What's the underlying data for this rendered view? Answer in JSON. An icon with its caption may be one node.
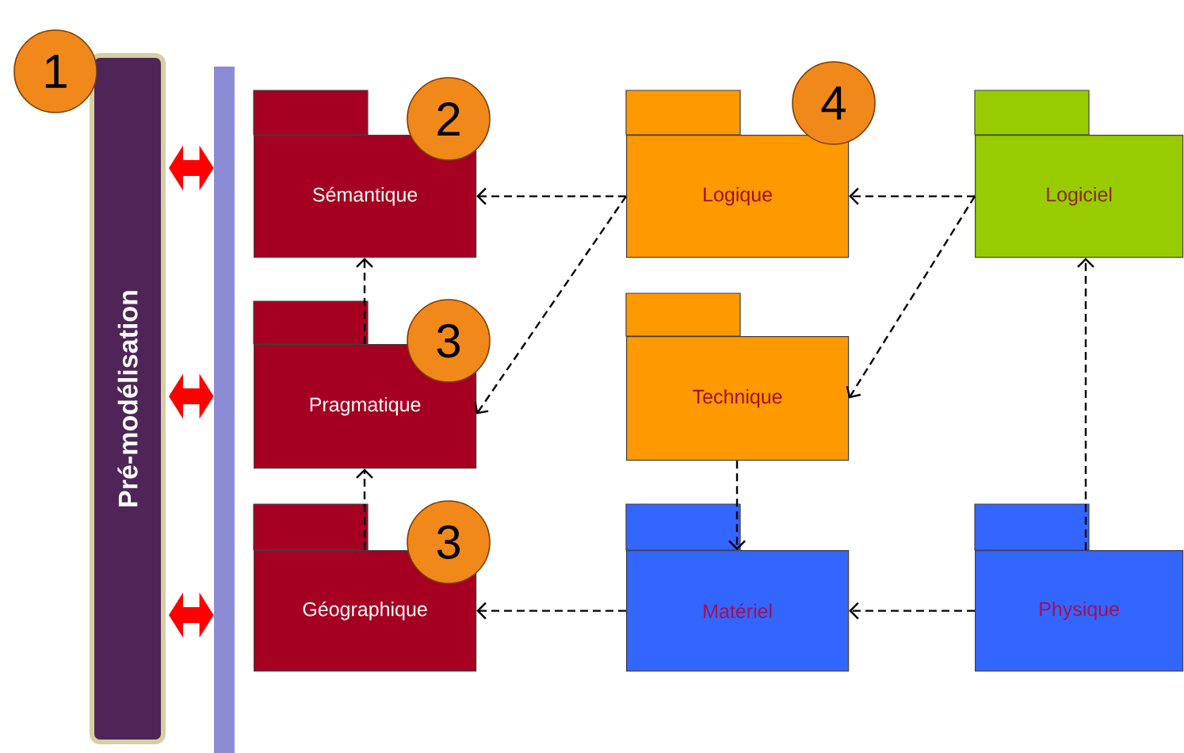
{
  "diagram": {
    "nodes": [
      {
        "text": [
          "Pré-modélisation"
        ]
      },
      {
        "text": [],
        "shape": "bar"
      },
      {
        "text": [
          "Sémantique"
        ]
      },
      {
        "text": [
          "Pragmatique"
        ]
      },
      {
        "text": [
          "Géographique"
        ]
      },
      {
        "text": [
          "Logique"
        ]
      },
      {
        "text": [
          "Logiciel"
        ]
      },
      {
        "text": [
          "Technique"
        ]
      },
      {
        "text": [
          "Matériel"
        ]
      },
      {
        "text": [
          "Physique"
        ]
      }
    ],
    "edges": [
      {
        "from": 0,
        "to": 1,
        "arrow": "both",
        "style": "thick",
        "color": "#ff0000"
      },
      {
        "from": 0,
        "to": 1,
        "arrow": "both",
        "style": "thick",
        "color": "#ff0000"
      },
      {
        "from": 0,
        "to": 1,
        "arrow": "both",
        "style": "thick",
        "color": "#ff0000"
      },
      {
        "from": 5,
        "to": 2,
        "arrow": "to",
        "style": "dashed"
      },
      {
        "from": 5,
        "to": 3,
        "arrow": "to",
        "style": "dashed"
      },
      {
        "from": 3,
        "to": 2,
        "arrow": "to",
        "style": "dashed"
      },
      {
        "from": 4,
        "to": 3,
        "arrow": "to",
        "style": "dashed"
      },
      {
        "from": 6,
        "to": 5,
        "arrow": "to",
        "style": "dashed"
      },
      {
        "from": 6,
        "to": 7,
        "arrow": "to",
        "style": "dashed"
      },
      {
        "from": 7,
        "to": 8,
        "arrow": "to",
        "style": "dashed"
      },
      {
        "from": 9,
        "to": 8,
        "arrow": "to",
        "style": "dashed"
      },
      {
        "from": 9,
        "to": 6,
        "arrow": "to",
        "style": "dashed"
      },
      {
        "from": 8,
        "to": 4,
        "arrow": "to",
        "style": "dashed"
      }
    ],
    "labels": [
      "1",
      "2",
      "3",
      "3",
      "4"
    ]
  }
}
